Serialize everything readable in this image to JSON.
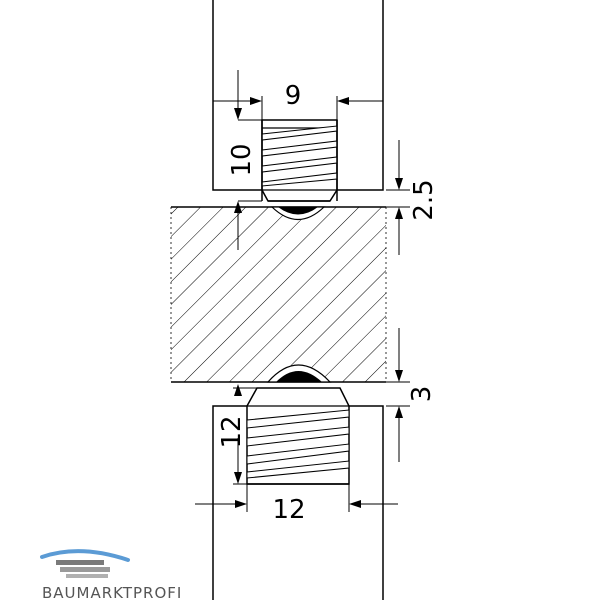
{
  "dimensions": {
    "top_width": "9",
    "top_height": "10",
    "top_gap": "2.5",
    "bottom_height": "12",
    "bottom_width": "12",
    "bottom_gap": "3"
  },
  "logo": {
    "text": "BAUMARKTPROFI",
    "accent_color": "#5b9bd5",
    "body_color": "#7a7a7a"
  },
  "colors": {
    "line": "#000000",
    "background": "#ffffff"
  }
}
